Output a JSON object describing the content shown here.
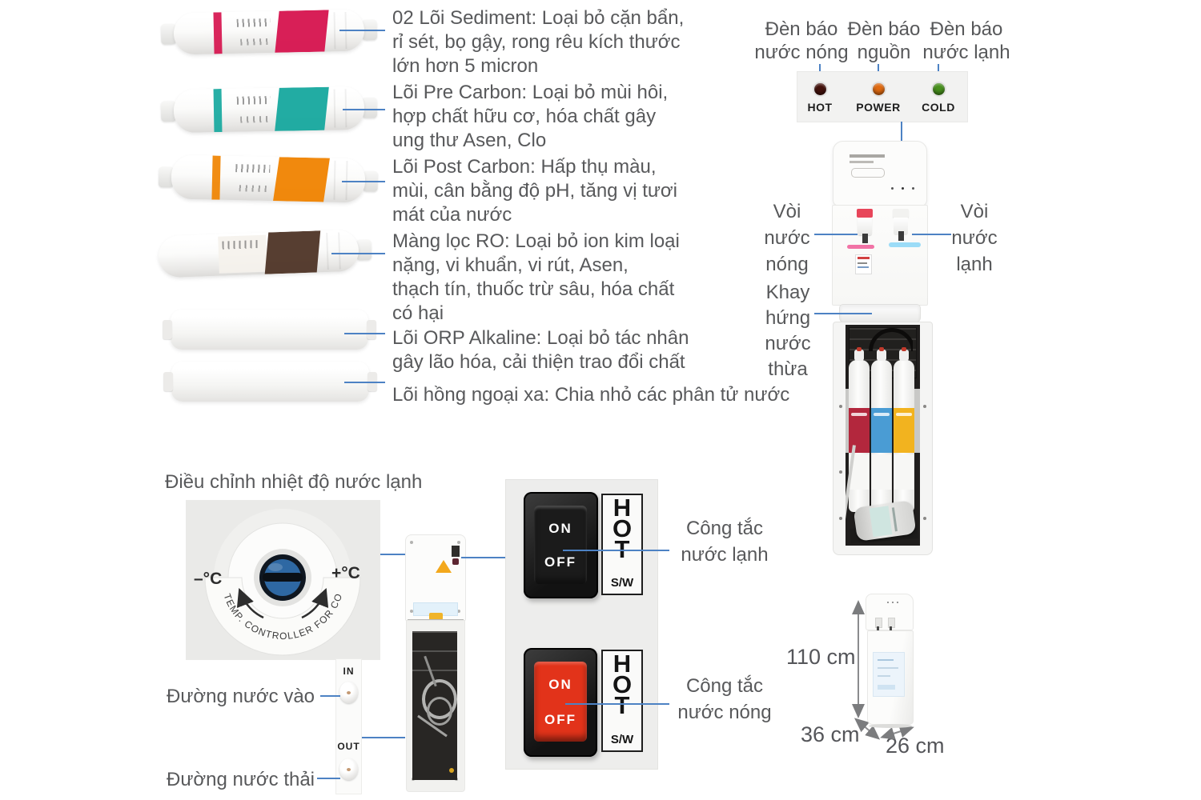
{
  "filters": {
    "items": [
      {
        "color": "#d6134e",
        "desc": "02 Lõi Sediment: Loại bỏ cặn bẩn,\nrỉ sét, bọ gậy, rong rêu kích thước\nlớn hơn 5 micron"
      },
      {
        "color": "#16a89e",
        "desc": "Lõi Pre Carbon: Loại bỏ mùi hôi,\nhợp chất hữu cơ, hóa chất gây\nung thư Asen, Clo"
      },
      {
        "color": "#f08300",
        "desc": "Lõi Post Carbon: Hấp thụ màu,\nmùi, cân bằng độ pH, tăng vị tươi\nmát của nước"
      },
      {
        "color": "#4e3426",
        "desc": "Màng lọc RO: Loại bỏ ion kim loại\nnặng, vi khuẩn, vi rút, Asen,\nthạch tín, thuốc trừ sâu, hóa chất\ncó hại"
      },
      {
        "color": "#f4f4f2",
        "desc": "Lõi ORP Alkaline: Loại bỏ tác nhân\ngây lão hóa, cải thiện trao đổi chất"
      },
      {
        "color": "#f4f4f2",
        "desc": "Lõi hồng ngoại xa: Chia nhỏ các phân tử nước"
      }
    ]
  },
  "indicators": {
    "callouts": [
      "Đèn báo\nnước nóng",
      "Đèn báo\nnguồn",
      "Đèn báo\nnước lạnh"
    ],
    "leds": [
      {
        "label": "HOT",
        "color": "#43110b"
      },
      {
        "label": "POWER",
        "color": "#e06a10"
      },
      {
        "label": "COLD",
        "color": "#47901c"
      }
    ]
  },
  "dispenser": {
    "hot_tap_label": "Vòi\nnước\nnóng",
    "cold_tap_label": "Vòi\nnước\nlạnh",
    "tray_label": "Khay\nhứng\nnước\nthừa"
  },
  "temp_control": {
    "title": "Điều chỉnh nhiệt độ nước lạnh",
    "minus": "–°C",
    "plus": "+°C",
    "arc_text": "TEMP. CONTROLLER FOR COLD",
    "knob_color": "#2e68a3"
  },
  "ports": {
    "in": "IN",
    "out": "OUT",
    "inlet_label": "Đường nước vào",
    "drain_label": "Đường nước thải"
  },
  "switches": {
    "items": [
      {
        "on": "ON",
        "off": "OFF",
        "side": "HOT",
        "sw": "S/W",
        "caption": "Công tắc\nnước lạnh",
        "rocker_color": "#1b1b1b"
      },
      {
        "on": "ON",
        "off": "OFF",
        "side": "HOT",
        "sw": "S/W",
        "caption": "Công tắc\nnước nóng",
        "rocker_color": "#e2331a"
      }
    ]
  },
  "dimensions": {
    "height": "110 cm",
    "depth": "36 cm",
    "width": "26 cm"
  },
  "colors": {
    "leader_line": "#4d82c4",
    "text": "#58595b",
    "panel_gray": "#ededec"
  }
}
